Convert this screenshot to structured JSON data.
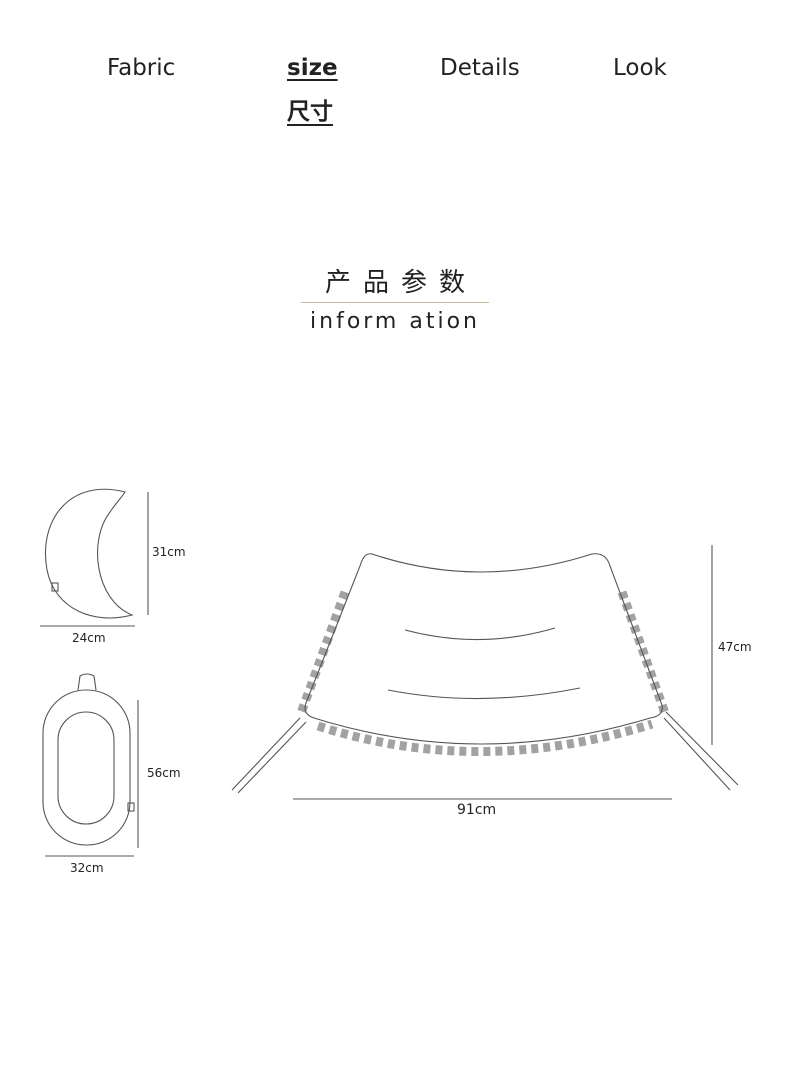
{
  "nav": {
    "tabs": [
      {
        "label": "Fabric"
      },
      {
        "label": "size",
        "sublabel": "尺寸",
        "active": true
      },
      {
        "label": "Details"
      },
      {
        "label": "Look"
      }
    ]
  },
  "section": {
    "title": "产品参数",
    "subtitle": "inform ation",
    "accent_color": "#c8b89a"
  },
  "diagrams": {
    "moon_pillow": {
      "height": "31cm",
      "width": "24cm"
    },
    "oval_pillow": {
      "height": "56cm",
      "width": "32cm"
    },
    "seat_cushion": {
      "height": "47cm",
      "width": "91cm"
    }
  }
}
